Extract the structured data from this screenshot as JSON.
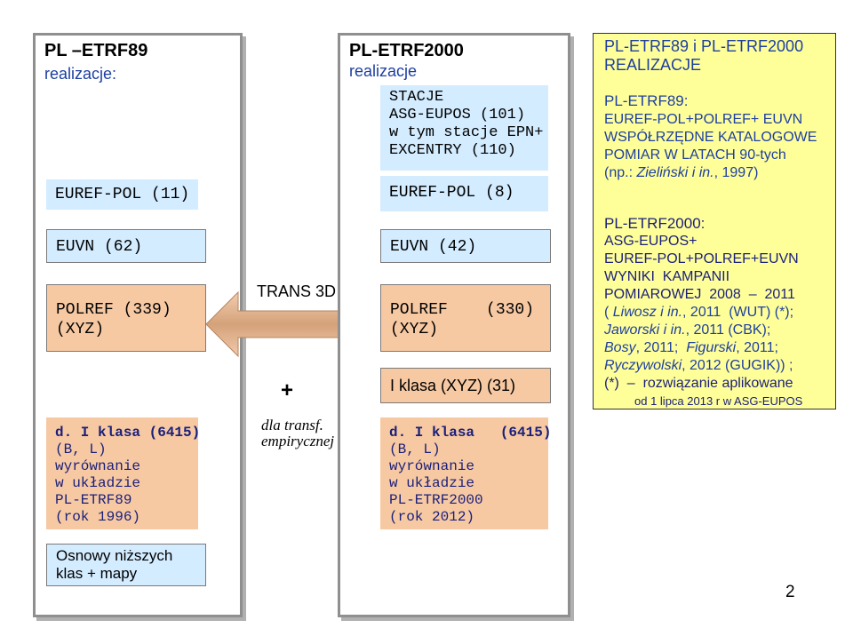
{
  "left": {
    "title": "PL –ETRF89",
    "subtitle": "realizacje:",
    "euref": "EUREF-POL (11)",
    "euvn": "EUVN (62)",
    "polref": [
      "POLREF (339)",
      "(XYZ)"
    ],
    "dklasa": [
      "d. I klasa (6415)",
      "(B, L)",
      "wyrównanie",
      "w układzie",
      "PL-ETRF89",
      "(rok 1996)"
    ],
    "osnowy": [
      "Osnowy niższych",
      "klas + mapy"
    ]
  },
  "connector": {
    "trans": "TRANS 3D",
    "plus": "+",
    "note": [
      "dla  transf.",
      "empirycznej"
    ]
  },
  "middle": {
    "title": "PL-ETRF2000",
    "subtitle": "realizacje",
    "stacje": [
      "STACJE",
      "ASG-EUPOS (101)",
      "w tym stacje EPN+",
      "EXCENTRY (110)"
    ],
    "euref": "EUREF-POL (8)",
    "euvn": "EUVN  (42)",
    "polref": [
      "POLREF    (330)",
      "(XYZ)"
    ],
    "klasa": "I klasa (XYZ) (31)",
    "dklasa": [
      "d. I klasa   (6415)",
      "(B, L)",
      "wyrównanie",
      "w układzie",
      "PL-ETRF2000",
      "(rok 2012)"
    ]
  },
  "right": {
    "header": [
      "PL-ETRF89 i PL-ETRF2000",
      "REALIZACJE"
    ],
    "etrf89": {
      "title": "PL-ETRF89:",
      "lines": [
        "EUREF-POL+POLREF+ EUVN",
        "WSPÓŁRZĘDNE KATALOGOWE",
        "POMIAR W LATACH 90-tych"
      ],
      "ref_open": "(np.: ",
      "ref_author": "Zieliński i in.",
      "ref_rest": ", 1997)"
    },
    "etrf2000": {
      "title": "PL-ETRF2000:",
      "lines": [
        "ASG-EUPOS+",
        "EUREF-POL+POLREF+EUVN",
        "WYNIKI  KAMPANII",
        "POMIAROWEJ  2008  –  2011"
      ],
      "r1_open": "( ",
      "r1_author": "Liwosz i in.",
      "r1_rest": ", 2011  (WUT) (*);",
      "r2_author": "Jaworski i in.",
      "r2_rest": ", 2011 (CBK);",
      "r3_a": "Bosy",
      "r3_b": ", 2011;  ",
      "r3_c": "Figurski",
      "r3_d": ", 2011;",
      "r4_a": "Ryczywolski",
      "r4_b": ", 2012 (GUGIK)) ;",
      "note1": "(*)  –  rozwiązanie aplikowane",
      "note2": "od 1 lipca 2013 r w ASG-EUPOS"
    }
  },
  "page_number": "2"
}
